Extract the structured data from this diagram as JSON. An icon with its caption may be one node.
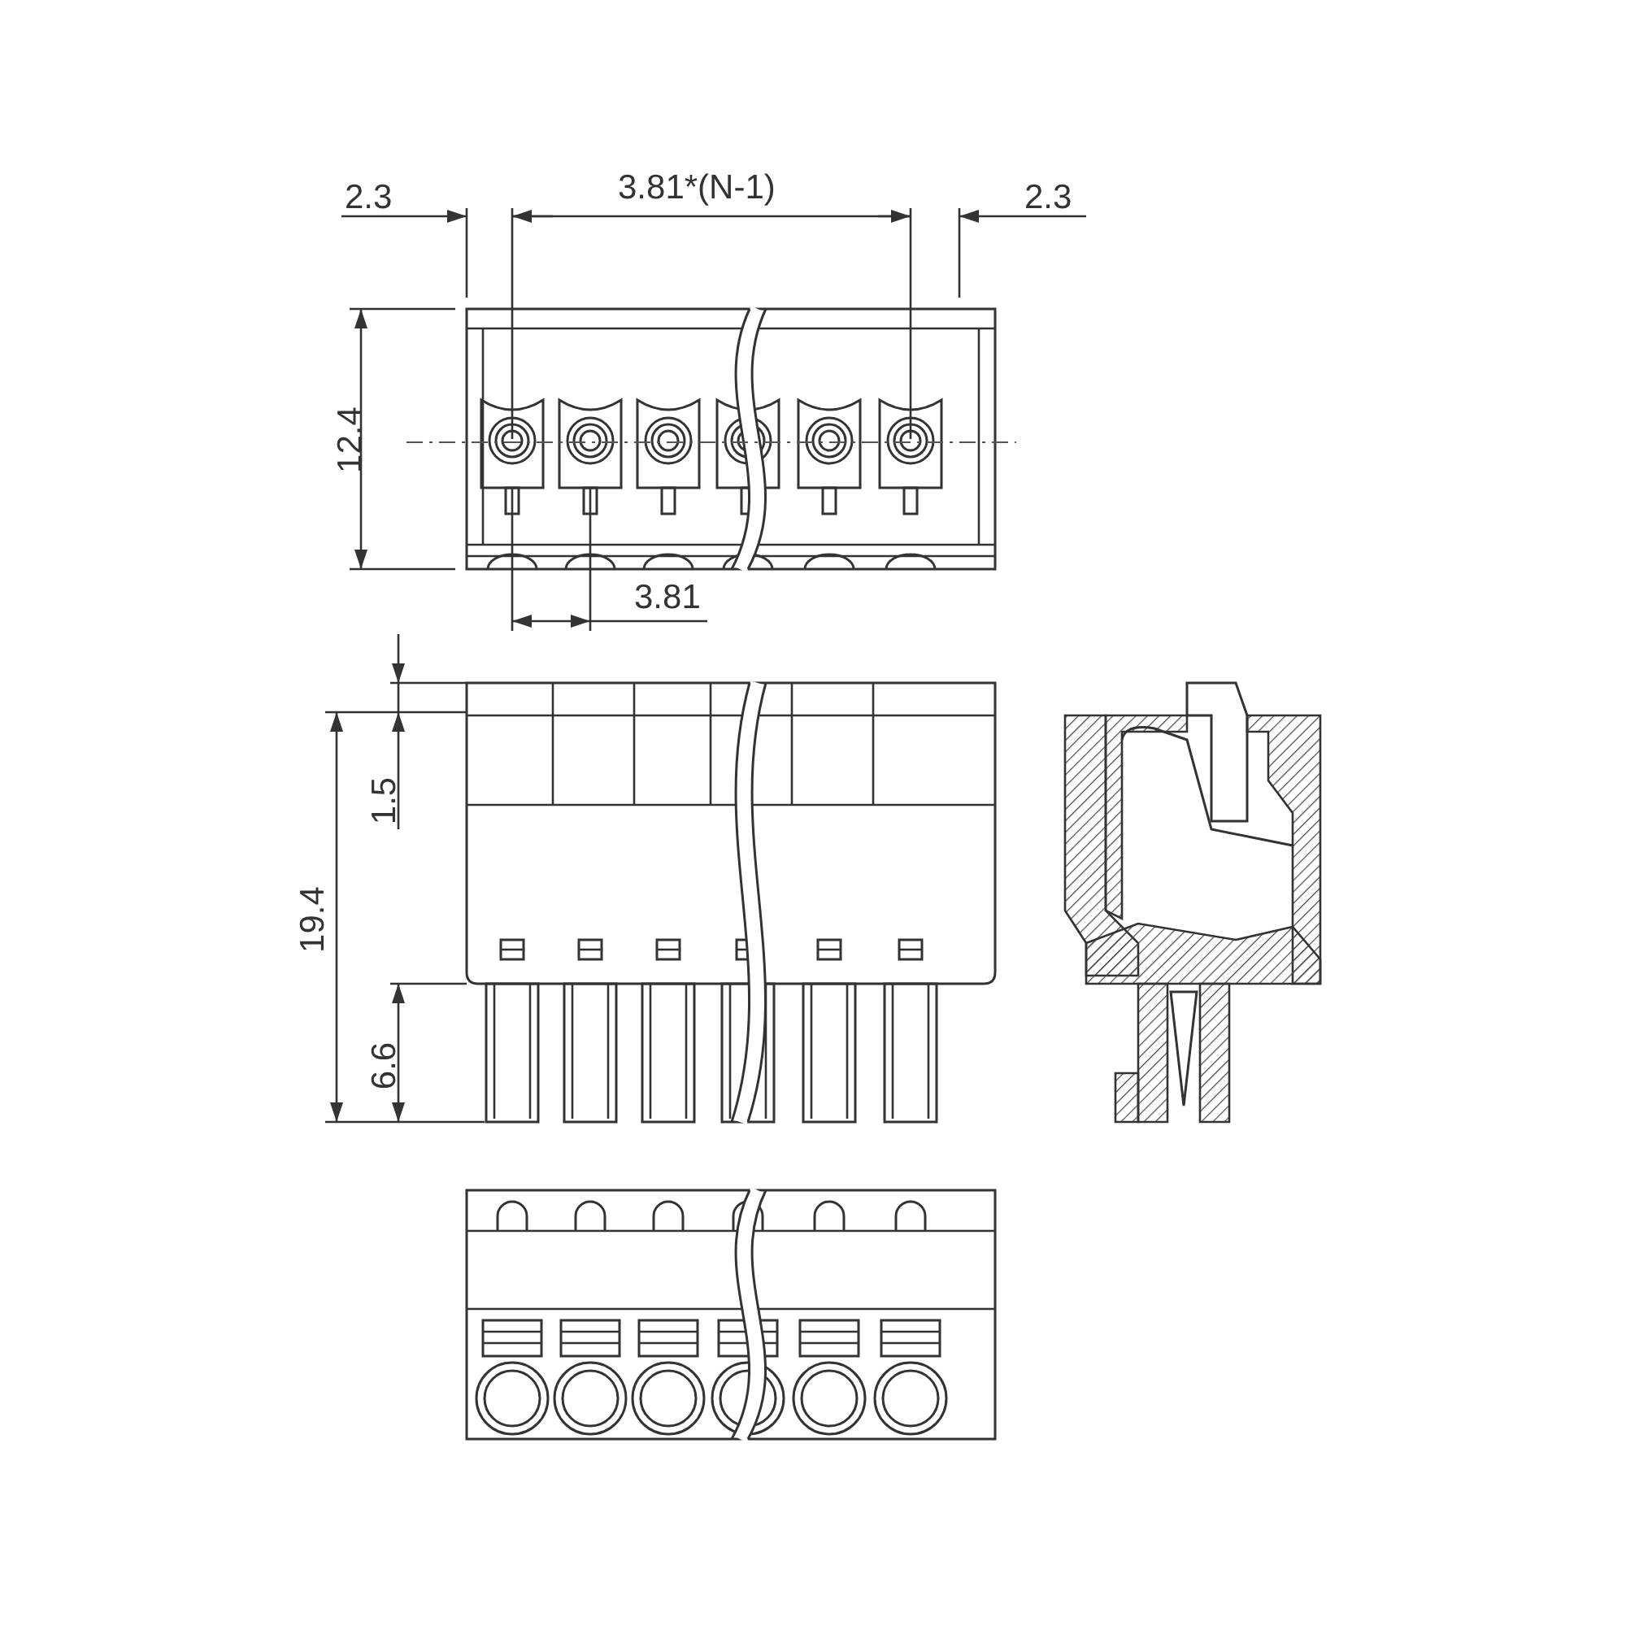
{
  "diagram": {
    "labels": [
      "2.3",
      "3.81*(N-1)",
      "2.3",
      "12.4",
      "3.81",
      "1.5",
      "19.4",
      "6.6"
    ]
  }
}
